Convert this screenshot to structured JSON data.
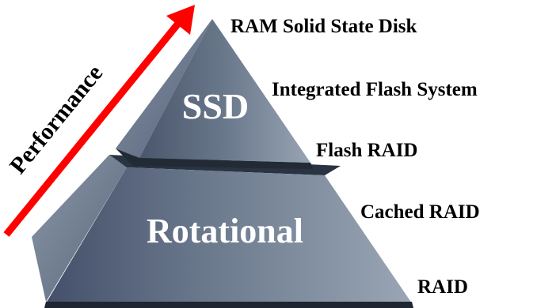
{
  "arrow": {
    "label": "Performance",
    "color": "#ff0000"
  },
  "tiers": [
    {
      "name": "SSD"
    },
    {
      "name": "Rotational"
    }
  ],
  "labels": [
    "RAM Solid State Disk",
    "Integrated Flash System",
    "Flash RAID",
    "Cached RAID",
    "RAID"
  ],
  "colors": {
    "tier_dark": "#2f3a4b",
    "tier_mid": "#5f6d81",
    "tier_light": "#8d9aab",
    "tier_text": "#ffffff",
    "label_text": "#000000"
  }
}
